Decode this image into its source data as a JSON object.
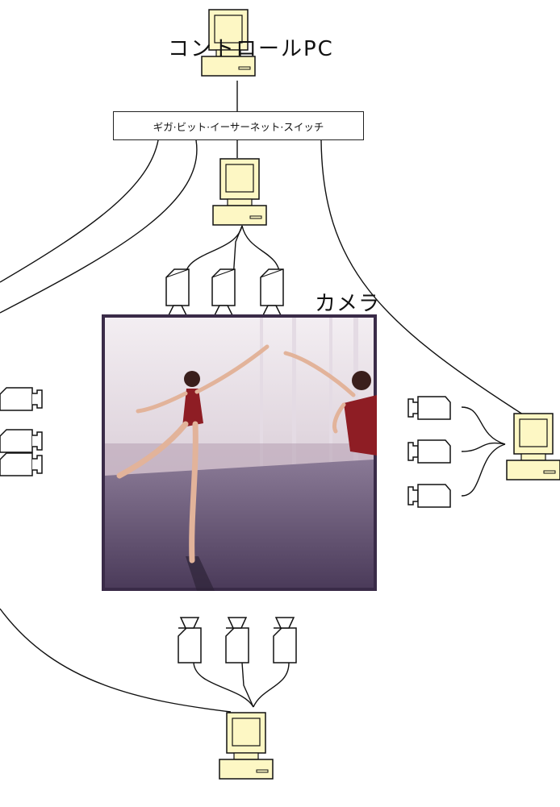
{
  "labels": {
    "control_pc": "コントロールPC",
    "switch": "ギガ·ビット·イーサーネット·スイッチ",
    "cameras": "カメラ"
  },
  "colors": {
    "computer_fill": "#fdf7c4",
    "camera_fill": "#ffffff",
    "line": "#111111"
  },
  "photo": {
    "subject": "two ballet dancers in red leotards on a rehearsal stage"
  },
  "icons": [
    "computer-icon",
    "camera-icon"
  ]
}
